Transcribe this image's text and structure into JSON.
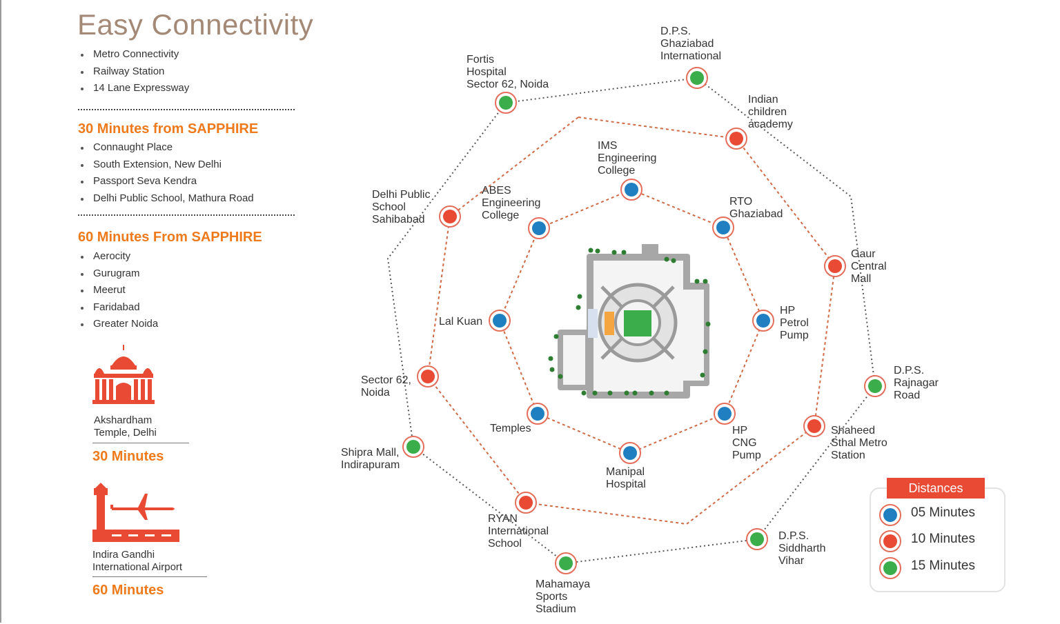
{
  "title": "Easy Connectivity",
  "highlights": [
    "Metro Connectivity",
    "Railway Station",
    "14 Lane Expressway"
  ],
  "sections": [
    {
      "heading": "30 Minutes from SAPPHIRE",
      "items": [
        "Connaught Place",
        "South Extension, New Delhi",
        "Passport Seva Kendra",
        "Delhi Public School, Mathura Road"
      ]
    },
    {
      "heading": "60 Minutes From SAPPHIRE",
      "items": [
        "Aerocity",
        "Gurugram",
        "Meerut",
        "Faridabad",
        "Greater Noida"
      ]
    }
  ],
  "landmarks": [
    {
      "name": "Akshardham\nTemple, Delhi",
      "time": "30 Minutes",
      "icon": "temple-icon"
    },
    {
      "name": "Indira Gandhi\nInternational Airport",
      "time": "60 Minutes",
      "icon": "airport-icon"
    }
  ],
  "colors": {
    "accent": "#ee7a1c",
    "blue": "#1f7fc0",
    "red": "#e84a34",
    "green": "#3bad4a",
    "ring": "#e46d5a",
    "route": "#cf6a44"
  },
  "rings": [
    {
      "ring": "05 Minutes",
      "color_key": "blue",
      "points": [
        {
          "name": "IMS\nEngineering\nCollege",
          "dot": [
            915,
            275
          ],
          "label": [
            866,
            203
          ]
        },
        {
          "name": "RTO\nGhaziabad",
          "dot": [
            1048,
            330
          ],
          "label": [
            1057,
            284
          ]
        },
        {
          "name": "HP\nPetrol\nPump",
          "dot": [
            1106,
            465
          ],
          "label": [
            1130,
            442
          ]
        },
        {
          "name": "HP\nCNG\nPump",
          "dot": [
            1050,
            600
          ],
          "label": [
            1061,
            616
          ]
        },
        {
          "name": "Manipal\nHospital",
          "dot": [
            913,
            657
          ],
          "label": [
            878,
            676
          ]
        },
        {
          "name": "Temples",
          "dot": [
            779,
            600
          ],
          "label": [
            710,
            613
          ]
        },
        {
          "name": "Lal Kuan",
          "dot": [
            724,
            465
          ],
          "label": [
            636,
            458
          ]
        },
        {
          "name": "ABES\nEngineering\nCollege",
          "dot": [
            781,
            331
          ],
          "label": [
            698,
            268
          ]
        }
      ]
    },
    {
      "ring": "10 Minutes",
      "color_key": "red",
      "points": [
        {
          "name": "Delhi Public\nSchool\nSahibabad",
          "dot": [
            652,
            314
          ],
          "label": [
            539,
            274
          ]
        },
        {
          "name": "Indian\nchildren\nacademy",
          "dot": [
            1067,
            201
          ],
          "label": [
            1084,
            136
          ]
        },
        {
          "name": "Gaur\nCentral\nMall",
          "dot": [
            1210,
            386
          ],
          "label": [
            1233,
            360
          ]
        },
        {
          "name": "Shaheed\nSthal Metro\nStation",
          "dot": [
            1180,
            618
          ],
          "label": [
            1204,
            616
          ]
        },
        {
          "name": "RYAN\nInternational\nSchool",
          "dot": [
            762,
            729
          ],
          "label": [
            707,
            744
          ]
        },
        {
          "name": "Sector 62,\nNoida",
          "dot": [
            620,
            546
          ],
          "label": [
            523,
            543
          ]
        }
      ]
    },
    {
      "ring": "15 Minutes",
      "color_key": "green",
      "points": [
        {
          "name": "D.P.S.\nGhaziabad\nInternational",
          "dot": [
            1010,
            113
          ],
          "label": [
            957,
            37
          ]
        },
        {
          "name": "Fortis\nHospital\nSector 62, Noida",
          "dot": [
            733,
            149
          ],
          "label": [
            676,
            78
          ]
        },
        {
          "name": "D.P.S.\nRajnagar\nRoad",
          "dot": [
            1268,
            560
          ],
          "label": [
            1295,
            529
          ]
        },
        {
          "name": "D.P.S.\nSiddharth\nVihar",
          "dot": [
            1097,
            782
          ],
          "label": [
            1128,
            769
          ]
        },
        {
          "name": "Mahamaya\nSports\nStadium",
          "dot": [
            820,
            817
          ],
          "label": [
            776,
            839
          ]
        },
        {
          "name": "Shipra Mall,\nIndirapuram",
          "dot": [
            599,
            648
          ],
          "label": [
            494,
            648
          ]
        }
      ]
    }
  ],
  "routes": {
    "inner": [
      [
        915,
        275
      ],
      [
        1048,
        330
      ],
      [
        1106,
        465
      ],
      [
        1050,
        600
      ],
      [
        913,
        657
      ],
      [
        779,
        600
      ],
      [
        724,
        465
      ],
      [
        781,
        331
      ],
      [
        915,
        275
      ]
    ],
    "middle": [
      [
        838,
        170
      ],
      [
        1067,
        201
      ],
      [
        1210,
        386
      ],
      [
        1180,
        618
      ],
      [
        995,
        760
      ],
      [
        762,
        729
      ],
      [
        620,
        546
      ],
      [
        652,
        314
      ],
      [
        838,
        170
      ]
    ],
    "outer": [
      [
        733,
        149
      ],
      [
        1010,
        113
      ],
      [
        1233,
        285
      ],
      [
        1268,
        560
      ],
      [
        1097,
        782
      ],
      [
        820,
        817
      ],
      [
        599,
        648
      ],
      [
        562,
        375
      ],
      [
        733,
        149
      ]
    ]
  },
  "legend": {
    "title": "Distances",
    "items": [
      {
        "label": "05 Minutes",
        "color_key": "blue"
      },
      {
        "label": "10 Minutes",
        "color_key": "red"
      },
      {
        "label": "15 Minutes",
        "color_key": "green"
      }
    ]
  }
}
